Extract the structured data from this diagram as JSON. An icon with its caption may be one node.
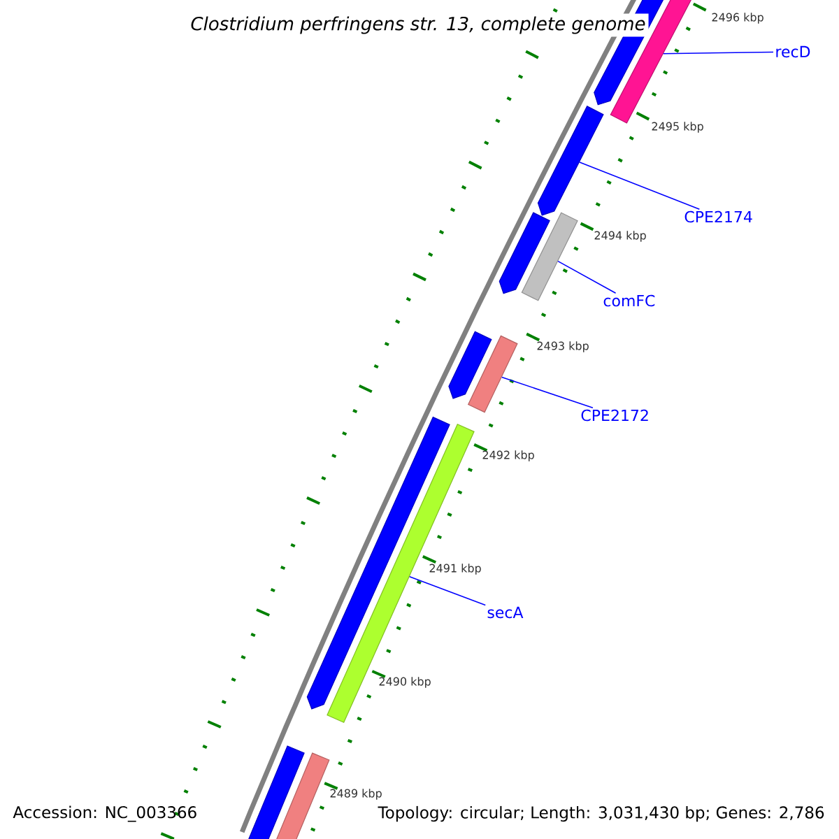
{
  "diagram": {
    "title": "Clostridium perfringens str. 13, complete genome",
    "nodes": [
      {
        "text": [
          "recD"
        ]
      },
      {
        "text": [],
        "shape": "arrow"
      },
      {
        "text": [],
        "shape": "bar"
      },
      {
        "text": [],
        "shape": "arrow"
      },
      {
        "text": [
          "CPE2174"
        ]
      },
      {
        "text": [],
        "shape": "arrow"
      },
      {
        "text": [],
        "shape": "bar"
      },
      {
        "text": [
          "comFC"
        ]
      },
      {
        "text": [],
        "shape": "arrow"
      },
      {
        "text": [],
        "shape": "bar"
      },
      {
        "text": [
          "CPE2172"
        ]
      },
      {
        "text": [],
        "shape": "arrow"
      },
      {
        "text": [],
        "shape": "bar"
      },
      {
        "text": [
          "secA"
        ]
      },
      {
        "text": [],
        "shape": "arrow"
      },
      {
        "text": [],
        "shape": "bar"
      }
    ],
    "edges": [
      {
        "from": 0,
        "to": 2,
        "arrow": "none"
      },
      {
        "from": 4,
        "to": 3,
        "arrow": "none"
      },
      {
        "from": 7,
        "to": 6,
        "arrow": "none"
      },
      {
        "from": 10,
        "to": 9,
        "arrow": "none"
      },
      {
        "from": 13,
        "to": 12,
        "arrow": "none"
      }
    ],
    "labels": [
      "2496 kbp",
      "2495 kbp",
      "2494 kbp",
      "2493 kbp",
      "2492 kbp",
      "2491 kbp",
      "2490 kbp",
      "2489 kbp",
      "Accession: NC_003366",
      "Topology: circular; Length: 3,031,430 bp; Genes: 2,786"
    ]
  }
}
